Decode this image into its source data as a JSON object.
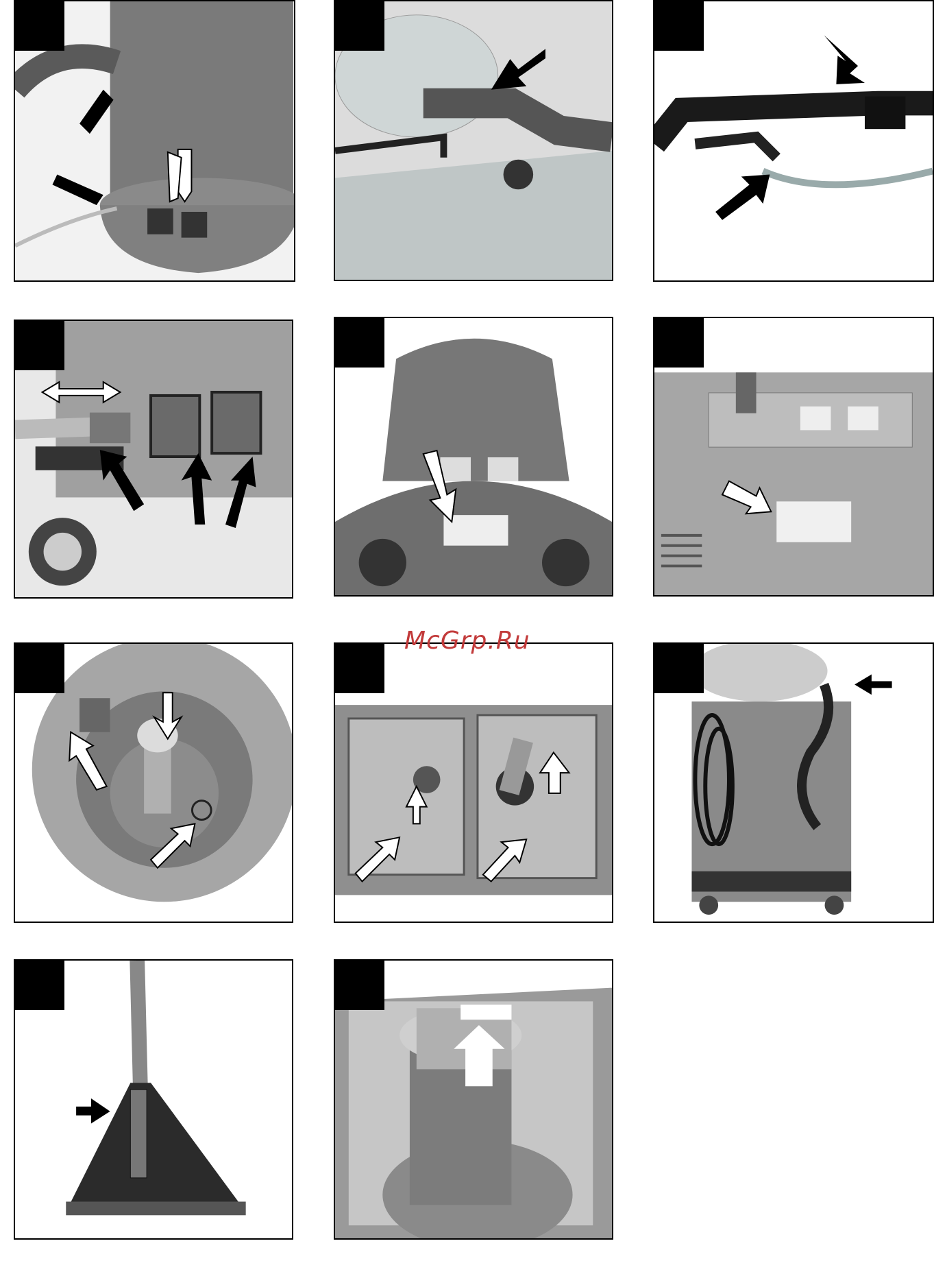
{
  "watermark": "McGrp.Ru",
  "figures": [
    {
      "id": "fig-1",
      "subject": "tank-switches"
    },
    {
      "id": "fig-2",
      "subject": "hose-connection"
    },
    {
      "id": "fig-3",
      "subject": "hand-tool-grip"
    },
    {
      "id": "fig-4",
      "subject": "water-connector-panel"
    },
    {
      "id": "fig-5",
      "subject": "rating-plate-round"
    },
    {
      "id": "fig-6",
      "subject": "rating-plate-box"
    },
    {
      "id": "fig-7",
      "subject": "tank-interior-filter"
    },
    {
      "id": "fig-8",
      "subject": "twin-tank-inserts"
    },
    {
      "id": "fig-9",
      "subject": "rear-hose-cable"
    },
    {
      "id": "fig-10",
      "subject": "upholstery-nozzle"
    },
    {
      "id": "fig-11",
      "subject": "float-filter"
    }
  ]
}
